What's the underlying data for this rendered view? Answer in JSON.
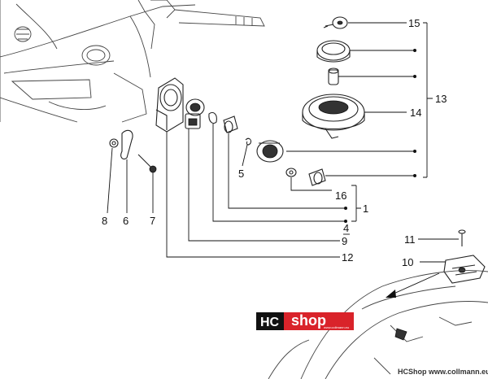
{
  "callouts": {
    "c1": "1",
    "c4": "4",
    "c5": "5",
    "c6": "6",
    "c7": "7",
    "c8": "8",
    "c9": "9",
    "c10": "10",
    "c11": "11",
    "c12": "12",
    "c13": "13",
    "c14": "14",
    "c15": "15",
    "c16": "16"
  },
  "logo": {
    "brand_hc": "HC",
    "brand_shop": "shop",
    "tagline": "www.collmann.eu"
  },
  "footer": {
    "text": "HCShop www.collmann.eu"
  },
  "colors": {
    "logo_black": "#111111",
    "logo_red": "#d9232a",
    "lines": "#222222"
  }
}
